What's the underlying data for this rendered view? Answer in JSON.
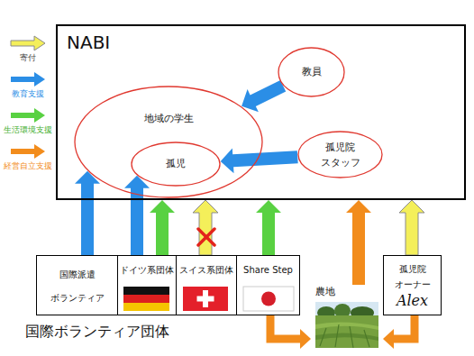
{
  "diagram": {
    "nodes": [
      {
        "text": [
          "NABI"
        ]
      },
      {
        "text": [
          "地域の学生"
        ],
        "in": 0
      },
      {
        "text": [
          "孤児"
        ],
        "in": 1
      },
      {
        "text": [
          "教員"
        ],
        "in": 0
      },
      {
        "text": [
          "孤児院 スタッフ"
        ],
        "in": 0
      },
      {
        "text": [
          "国際派遣 ボランティア"
        ]
      },
      {
        "text": [
          "ドイツ系団体"
        ]
      },
      {
        "text": [
          "スイス系団体"
        ]
      },
      {
        "text": [
          "Share Step"
        ]
      },
      {
        "text": [
          "農地"
        ]
      },
      {
        "text": [
          "孤児院 オーナー",
          "Alex"
        ]
      }
    ],
    "edges": [
      {
        "from": 3,
        "to": 1,
        "arrow": "to"
      },
      {
        "from": 4,
        "to": 2,
        "arrow": "to"
      },
      {
        "from": 5,
        "to": 1,
        "arrow": "to"
      },
      {
        "from": 6,
        "to": 2,
        "arrow": "to"
      },
      {
        "from": 6,
        "to": 0,
        "arrow": "to"
      },
      {
        "from": 7,
        "to": 0,
        "arrow": "to"
      },
      {
        "from": 8,
        "to": 0,
        "arrow": "to"
      },
      {
        "from": 9,
        "to": 0,
        "arrow": "to"
      },
      {
        "from": 10,
        "to": 0,
        "arrow": "to"
      },
      {
        "from": 8,
        "to": 9,
        "arrow": "to"
      },
      {
        "from": 10,
        "to": 9,
        "arrow": "to"
      }
    ],
    "labels": [
      "国際ボランティア団体"
    ],
    "legend": [
      {
        "text": "寄付",
        "color": "#f4ef5a"
      },
      {
        "text": "教育支援",
        "color": "#2b8ee6"
      },
      {
        "text": "生活環境支援",
        "color": "#59d142"
      },
      {
        "text": "経営自立支援",
        "color": "#f28c1c"
      }
    ]
  }
}
